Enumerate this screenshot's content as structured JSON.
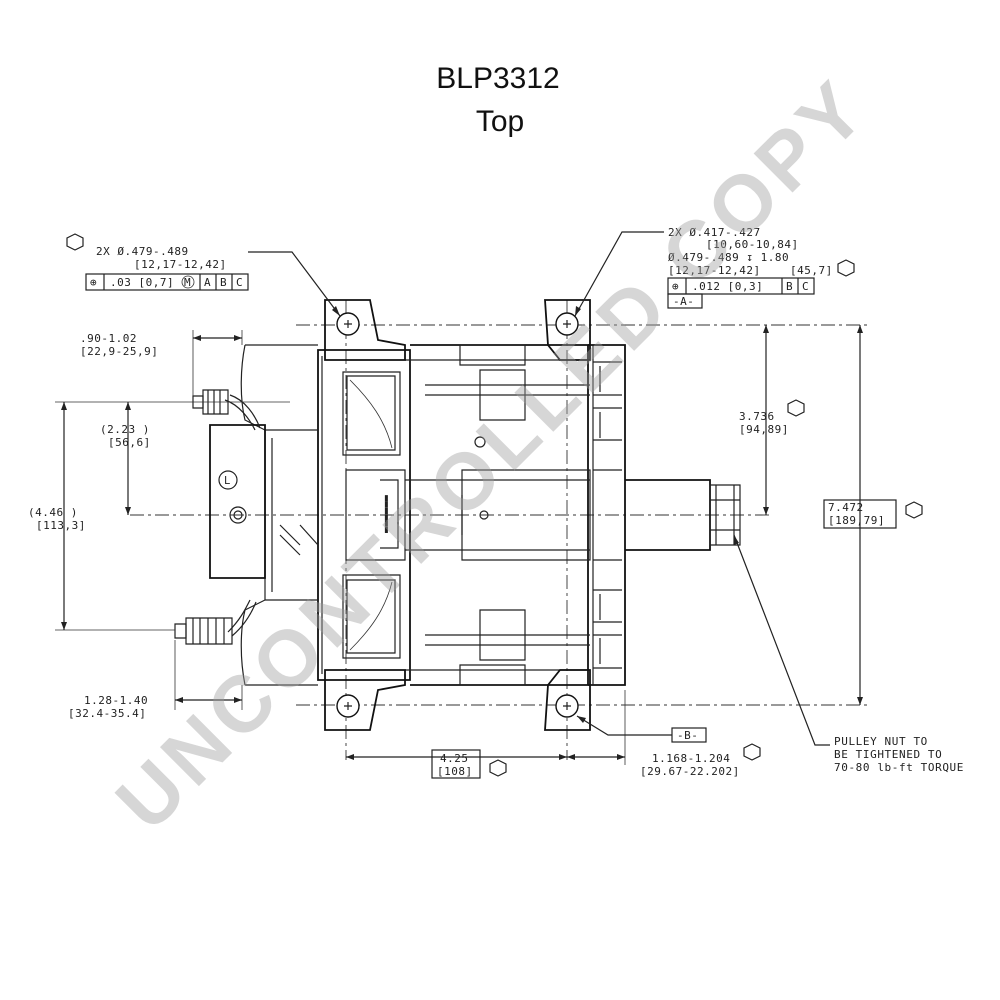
{
  "title": {
    "part_number": "BLP3312",
    "view": "Top"
  },
  "watermark": "UNCONTROLLED COPY",
  "callouts": {
    "mount_holes_left": {
      "line1": "2X Ø.479-.489",
      "line2": "[12,17-12,42]",
      "frame": {
        "symbol": "⊕",
        "tol": ".03 [0,7]",
        "modifier": "M",
        "datums": [
          "A",
          "B",
          "C"
        ]
      }
    },
    "mount_holes_right": {
      "line1": "2X Ø.417-.427",
      "line2": "[10,60-10,84]",
      "line3": "Ø.479-.489 ↧ 1.80",
      "line4a": "[12,17-12,42]",
      "line4b": "[45,7]",
      "frame": {
        "symbol": "⊕",
        "tol": ".012 [0,3]",
        "datums": [
          "B",
          "C"
        ]
      },
      "datum": "-A-"
    }
  },
  "dimensions": {
    "d_090_102": {
      "imperial": ".90-1.02",
      "metric": "[22,9-25,9]"
    },
    "d_223": {
      "imperial": "(2.23   )",
      "metric": "[56,6]"
    },
    "d_446": {
      "imperial": "(4.46   )",
      "metric": "[113,3]"
    },
    "d_3736": {
      "imperial": "3.736",
      "metric": "[94,89]"
    },
    "d_7472": {
      "imperial": "7.472",
      "metric": "[189,79]"
    },
    "d_128_140": {
      "imperial": "1.28-1.40",
      "metric": "[32.4-35.4]"
    },
    "d_425": {
      "imperial": "4.25",
      "metric": "[108]"
    },
    "d_1168_1204": {
      "imperial": "1.168-1.204",
      "metric": "[29.67-22.202]"
    },
    "datum_b": "-B-"
  },
  "notes": {
    "pulley": [
      "PULLEY NUT TO",
      "BE TIGHTENED TO",
      "70-80 lb-ft TORQUE"
    ]
  },
  "colors": {
    "line": "#222222",
    "watermark": "#9e9e9e",
    "background": "#ffffff"
  }
}
